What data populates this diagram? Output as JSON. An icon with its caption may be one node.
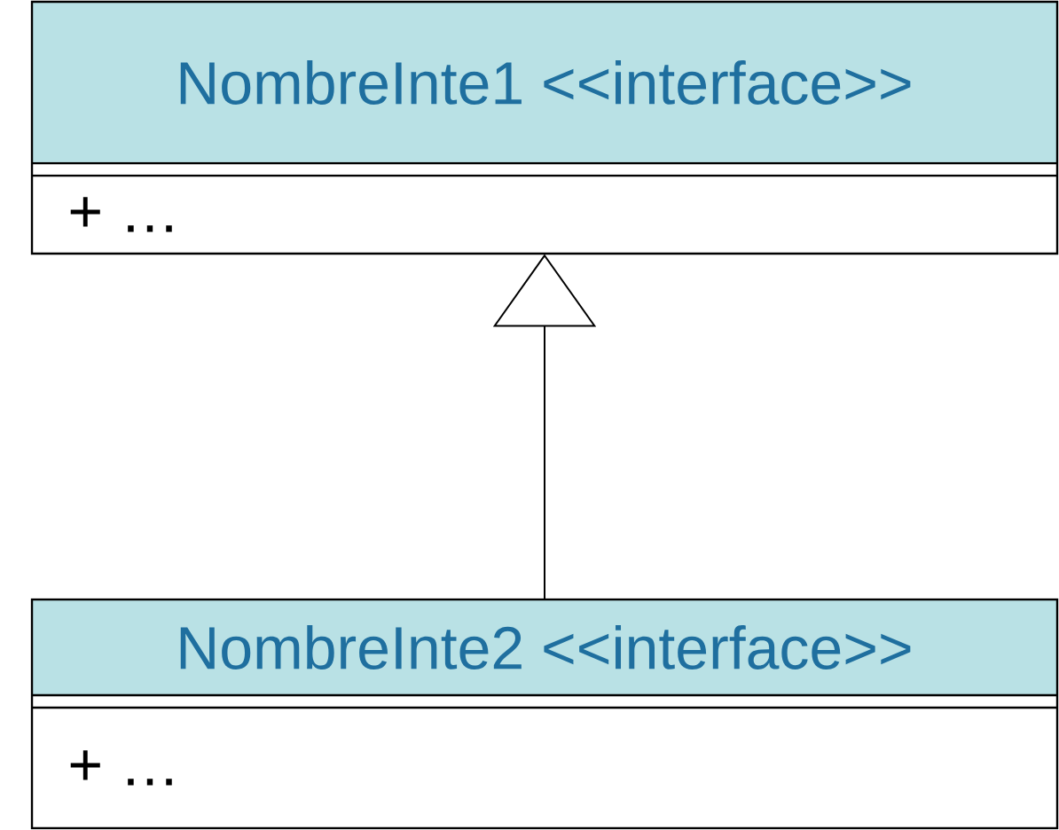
{
  "diagram": {
    "nodes": [
      {
        "text": [
          "NombreInte1 <<interface>>",
          "+ …"
        ]
      },
      {
        "text": [
          "NombreInte2 <<interface>>",
          "+ …"
        ]
      }
    ],
    "edges": [
      {
        "from": 1,
        "to": 0,
        "arrow": "to"
      }
    ]
  }
}
